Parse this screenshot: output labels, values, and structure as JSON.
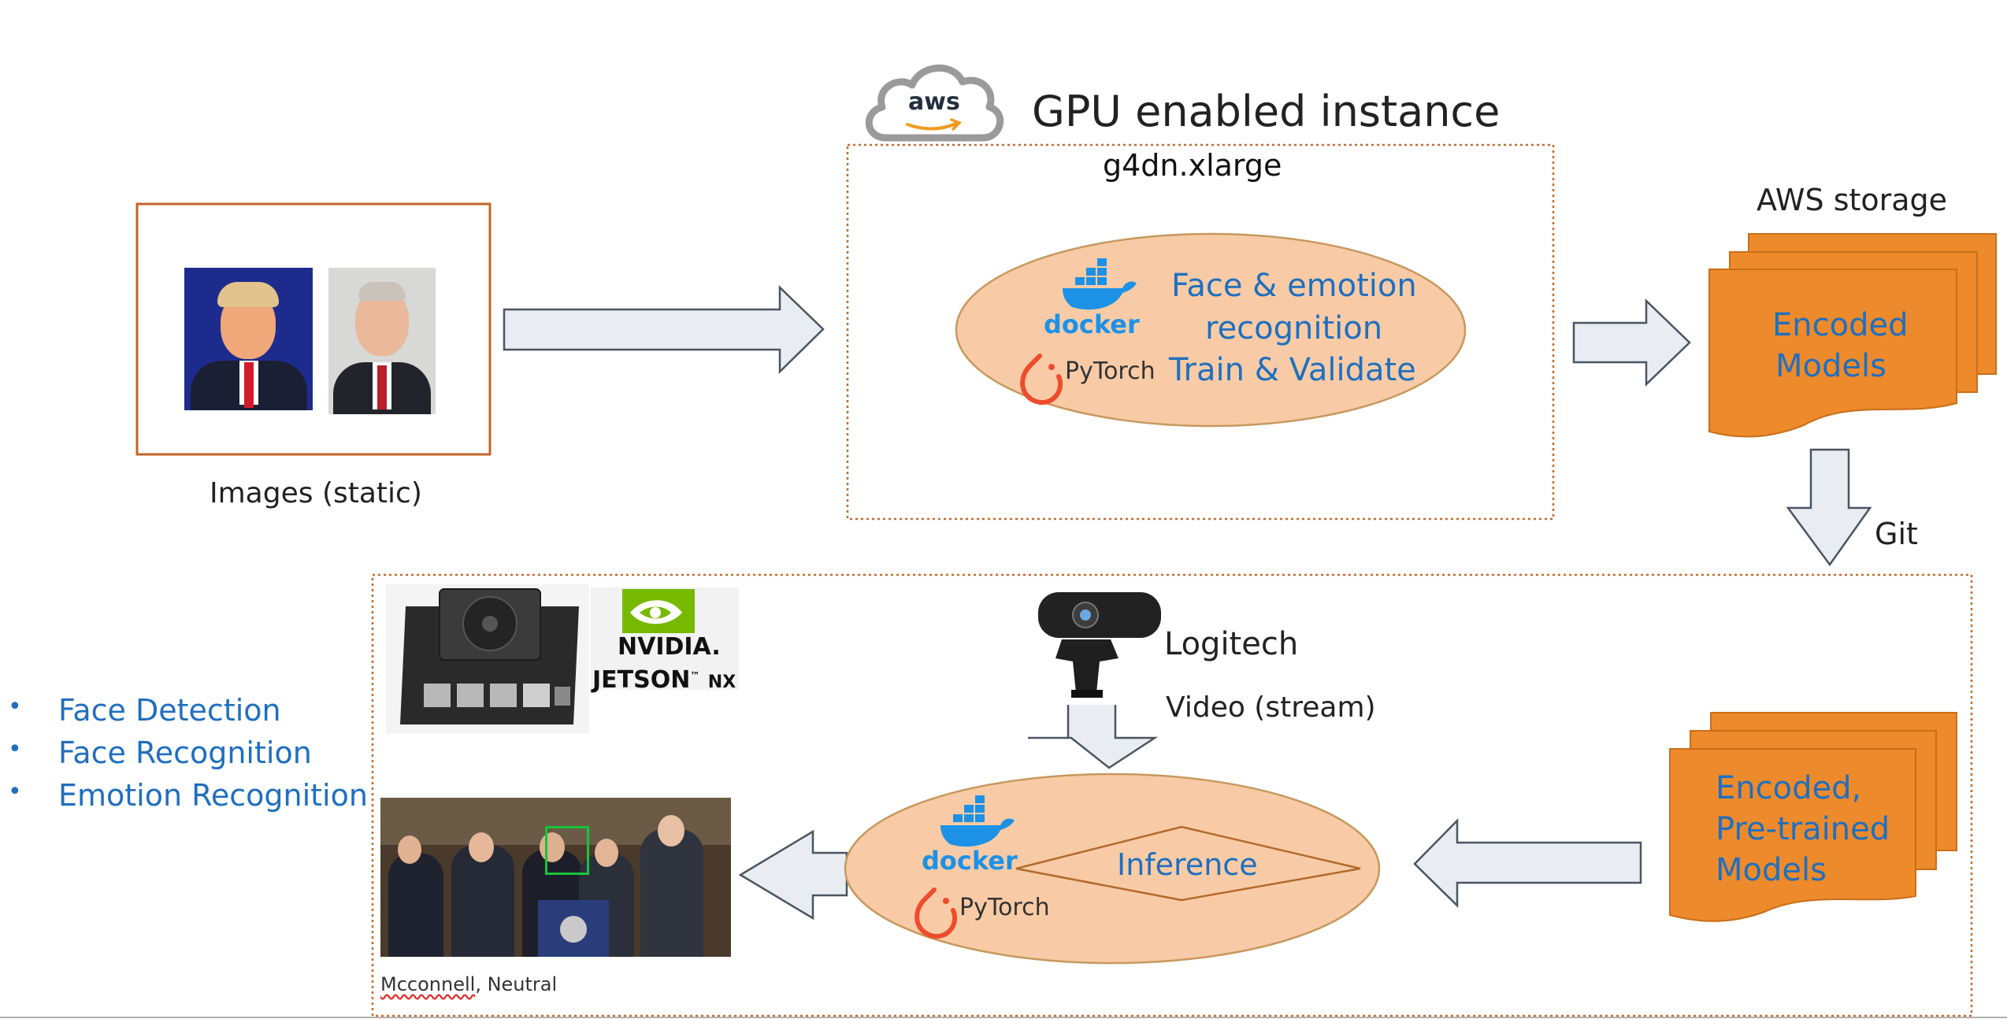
{
  "aws": {
    "logo_text": "aws",
    "title": "GPU enabled instance",
    "instance_type": "g4dn.xlarge"
  },
  "input": {
    "caption": "Images (static)"
  },
  "training": {
    "docker_label": "docker",
    "pytorch_label": "PyTorch",
    "lines": [
      "Face & emotion",
      "recognition",
      "Train & Validate"
    ]
  },
  "storage": {
    "title": "AWS storage",
    "lines": [
      "Encoded",
      "Models"
    ]
  },
  "transfer": {
    "label": "Git"
  },
  "device": {
    "brand": "NVIDIA.",
    "product": "JETSON",
    "product_suffix": "NX",
    "tm": "™"
  },
  "camera": {
    "name": "Logitech",
    "stream_label": "Video (stream)"
  },
  "inference": {
    "docker_label": "docker",
    "pytorch_label": "PyTorch",
    "label": "Inference"
  },
  "pretrained": {
    "lines": [
      "Encoded,",
      "Pre-trained",
      "Models"
    ]
  },
  "features": [
    "Face Detection",
    "Face Recognition",
    "Emotion Recognition"
  ],
  "result": {
    "caption_name": "Mcconnell",
    "caption_rest": ", Neutral"
  },
  "colors": {
    "ellipse_fill": "#f8cba6",
    "ellipse_stroke": "#c7985d",
    "doc_fill": "#ed8a2b",
    "doc_stroke": "#c86f18",
    "arrow_fill": "#e9edf1",
    "arrow_stroke": "#4a5562",
    "dotted": "#c26a2e",
    "accent_text": "#1f6fbf",
    "docker_blue": "#1d91e6",
    "pytorch_red": "#ee4c2c",
    "nvidia_green": "#76b900"
  }
}
